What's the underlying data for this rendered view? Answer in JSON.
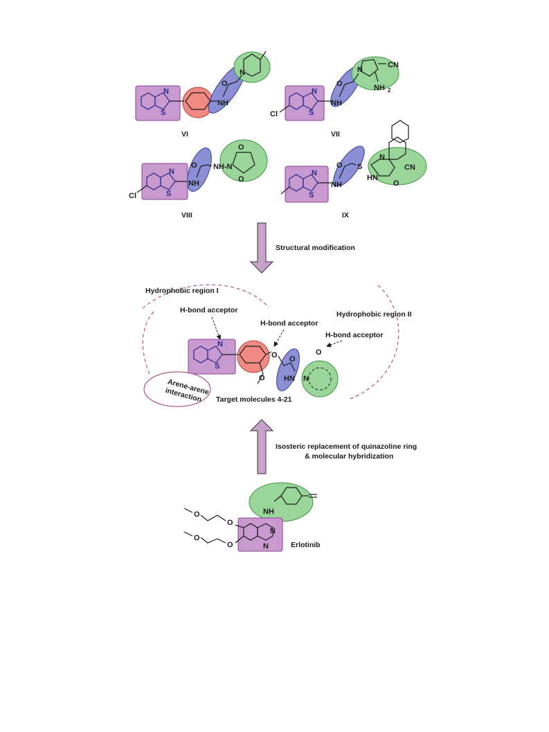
{
  "compounds": {
    "vi": {
      "id": "VI"
    },
    "vii": {
      "id": "VII"
    },
    "viii": {
      "id": "VIII"
    },
    "ix": {
      "id": "IX"
    }
  },
  "arrows": {
    "top": "Structural modification",
    "bottom_line1": "Isosteric replacement of quinazoline ring",
    "bottom_line2": "& molecular hybridization"
  },
  "pharmacophore": {
    "region1": "Hydrophobic region I",
    "region2": "Hydrophobic region II",
    "hbond1": "H-bond acceptor",
    "hbond2": "H-bond acceptor",
    "hbond3": "H-bond acceptor",
    "arene_line1": "Arene-arene",
    "arene_line2": "interaction",
    "target": "Target molecules 4-21"
  },
  "reference": {
    "name": "Erlotinib"
  },
  "atoms": {
    "n": "N",
    "s": "S",
    "o": "O",
    "nh": "NH",
    "hn": "HN",
    "cl": "Cl",
    "cn": "CN",
    "nh2": "NH",
    "two": "2",
    "nhn": "NH-N",
    "ohn": "HN"
  },
  "colors": {
    "benzothiazole": "#c99ad0",
    "phenyl": "#f28a84",
    "linker": "#8a8fd6",
    "terminal": "#9ad69a",
    "arrow": "#c9a2c9",
    "dashed": "#a0357a"
  }
}
